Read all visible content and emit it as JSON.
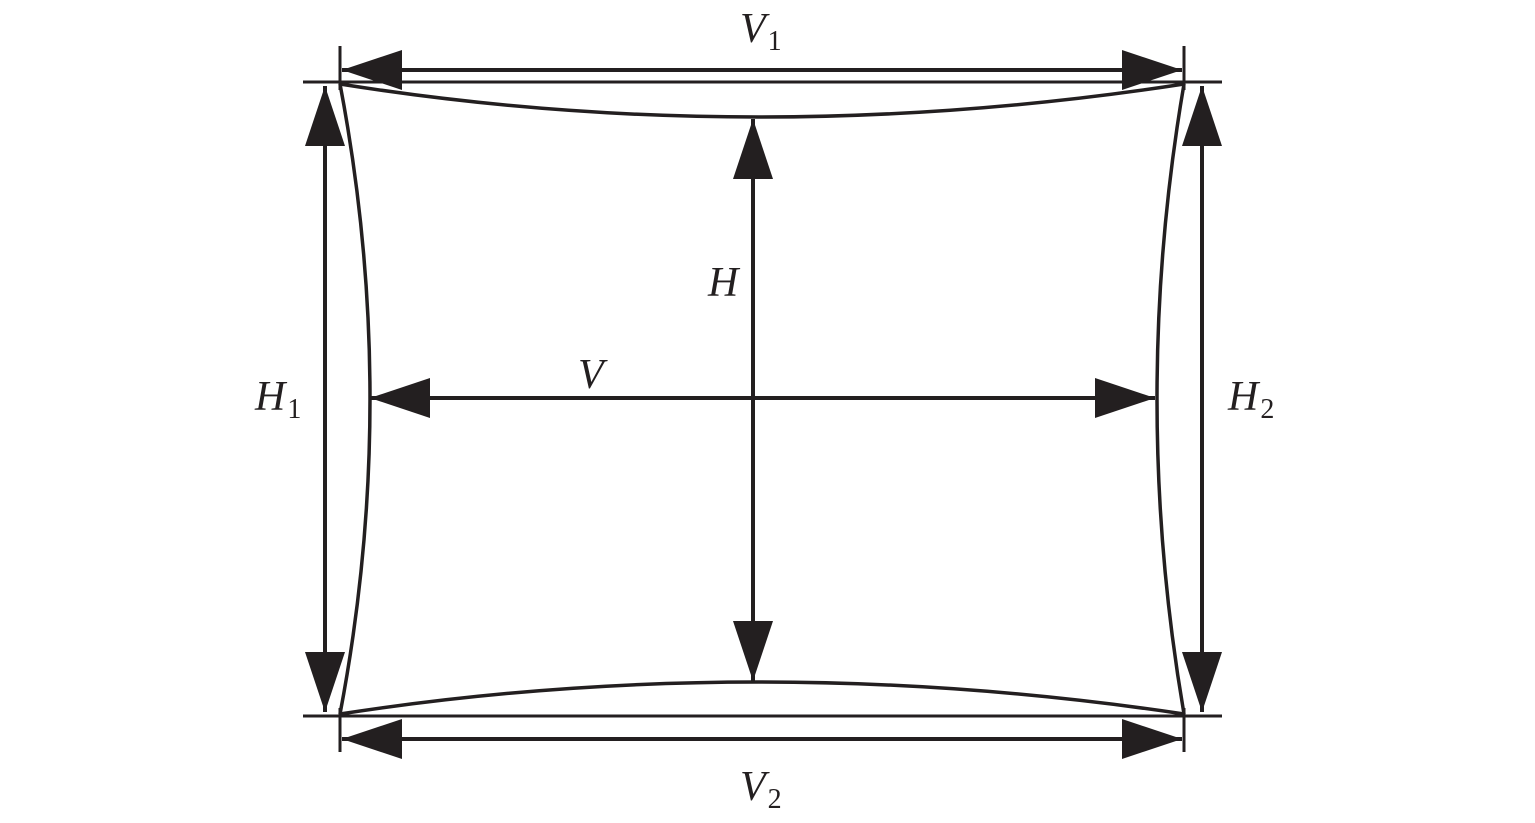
{
  "diagram": {
    "labels": {
      "V1": {
        "main": "V",
        "sub": "1"
      },
      "V2": {
        "main": "V",
        "sub": "2"
      },
      "H1": {
        "main": "H",
        "sub": "1"
      },
      "H2": {
        "main": "H",
        "sub": "2"
      },
      "H": {
        "main": "H"
      },
      "V": {
        "main": "V"
      }
    },
    "colors": {
      "stroke": "#231f20",
      "background": "#ffffff"
    }
  }
}
